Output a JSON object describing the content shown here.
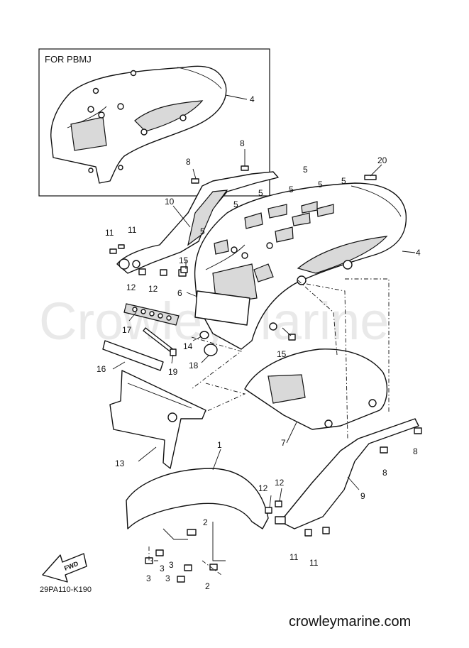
{
  "inset": {
    "title": "FOR PBMJ",
    "callout": "4"
  },
  "watermark": "CrowleyMarine",
  "footer": {
    "url": "crowleymarine.com"
  },
  "diagram_code": "29PA110-K190",
  "direction_label": "FWD",
  "callouts": {
    "c1": "1",
    "c2a": "2",
    "c2b": "2",
    "c3a": "3",
    "c3b": "3",
    "c3c": "3",
    "c3d": "3",
    "c4": "4",
    "c5a": "5",
    "c5b": "5",
    "c5c": "5",
    "c5d": "5",
    "c5e": "5",
    "c5f": "5",
    "c5g": "5",
    "c6": "6",
    "c7": "7",
    "c8a": "8",
    "c8b": "8",
    "c8c": "8",
    "c8d": "8",
    "c9": "9",
    "c10": "10",
    "c11a": "11",
    "c11b": "11",
    "c11c": "11",
    "c11d": "11",
    "c12a": "12",
    "c12b": "12",
    "c12c": "12",
    "c12d": "12",
    "c13": "13",
    "c14": "14",
    "c15a": "15",
    "c15b": "15",
    "c16": "16",
    "c17": "17",
    "c18": "18",
    "c19": "19",
    "c20": "20"
  }
}
